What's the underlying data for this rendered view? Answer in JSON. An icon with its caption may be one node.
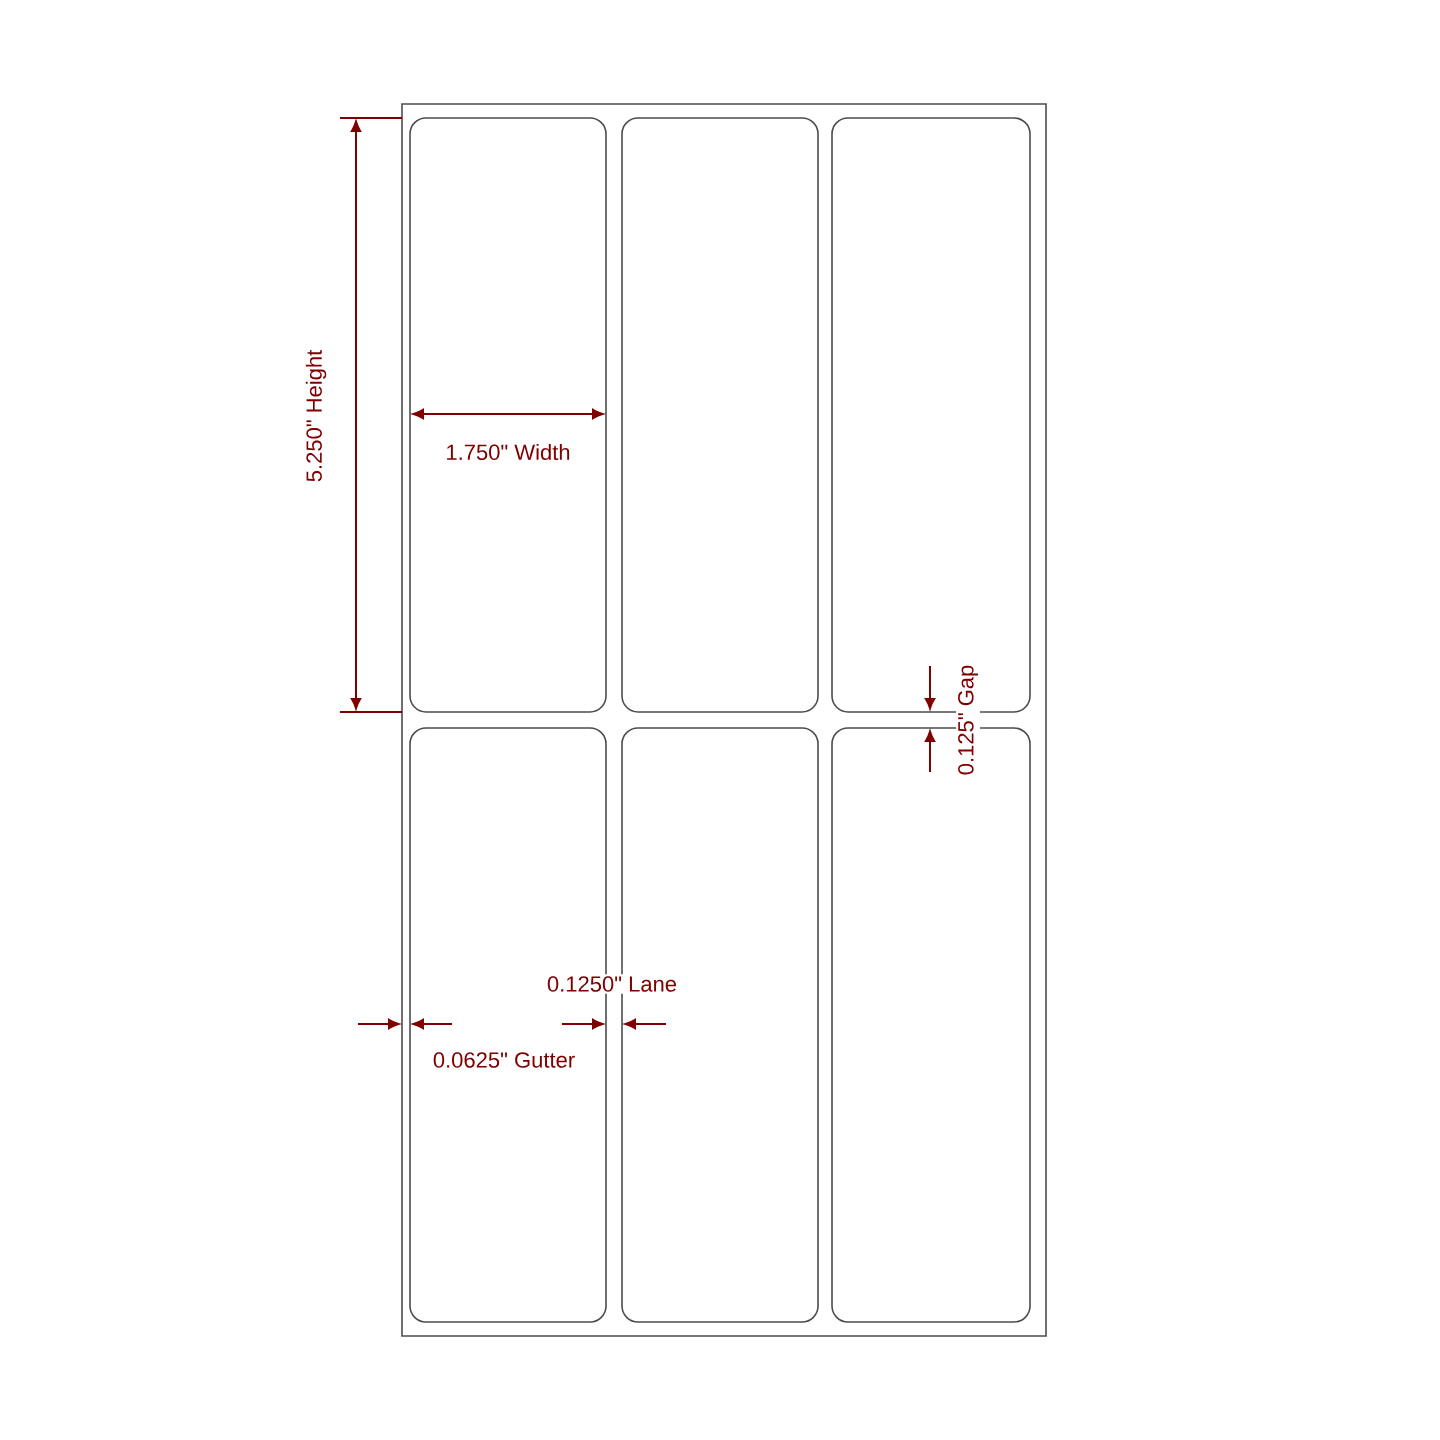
{
  "diagram": {
    "nodes": [
      {
        "text": [],
        "shape": "box"
      },
      {
        "text": [],
        "shape": "box",
        "in": 0
      },
      {
        "text": [],
        "shape": "box",
        "in": 0
      },
      {
        "text": [],
        "shape": "box",
        "in": 0
      },
      {
        "text": [],
        "shape": "box",
        "in": 0
      },
      {
        "text": [],
        "shape": "box",
        "in": 0
      },
      {
        "text": [],
        "shape": "box",
        "in": 0
      }
    ],
    "edges": [],
    "labels": [
      "5.250\" Height",
      "1.750\" Width",
      "0.125\" Gap",
      "0.1250\" Lane",
      "0.0625\" Gutter"
    ]
  }
}
